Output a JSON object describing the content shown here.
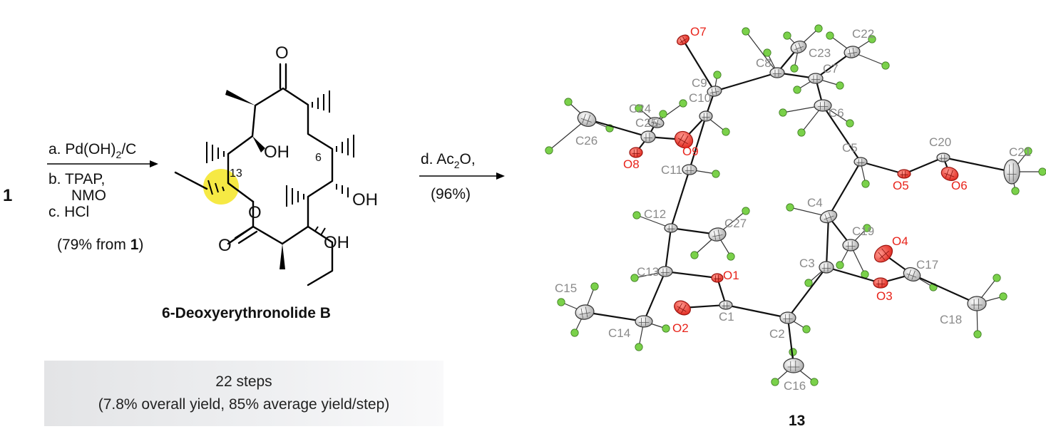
{
  "scheme": {
    "start_compound": "1",
    "step1": {
      "reagent_a": "a.  Pd(OH)",
      "reagent_a_sub": "2",
      "reagent_a_tail": "/C",
      "reagent_b": "b.  TPAP,",
      "reagent_b2": "NMO",
      "reagent_c": "c.  HCl",
      "yield_open": "(79% from ",
      "yield_bold": "1",
      "yield_close": ")"
    },
    "step2": {
      "reagent": "d.  Ac",
      "reagent_sub": "2",
      "reagent_tail": "O,",
      "yield": "(96%)"
    }
  },
  "molecule": {
    "name": "6-Deoxyerythronolide B",
    "labels": {
      "o_ketone": "O",
      "oh_a": "OH",
      "oh_b": "OH",
      "oh_c": "OH",
      "o_ring": "O",
      "o_carbonyl": "O",
      "num_13": "13",
      "num_6": "6"
    },
    "highlight_color": "#f5e83a"
  },
  "summary": {
    "line1": "22 steps",
    "line2": "(7.8% overall yield, 85% average yield/step)"
  },
  "crystal": {
    "compound_number": "13",
    "carbon_color": "#8a8a8a",
    "oxygen_color": "#e8231a",
    "hydrogen_color": "#7ad14a",
    "labels": {
      "O7": "O7",
      "C9": "C9",
      "C8": "C8",
      "C23": "C23",
      "C22": "C22",
      "C24": "C24",
      "C10": "C10",
      "C7": "C7",
      "C6": "C6",
      "C25": "C25",
      "C26": "C26",
      "O9": "O9",
      "O8": "O8",
      "C11": "C11",
      "C5": "C5",
      "C20": "C20",
      "O5": "O5",
      "O6": "O6",
      "C21": "C21",
      "C4": "C4",
      "C12": "C12",
      "C27": "C27",
      "C19": "C19",
      "O4": "O4",
      "C3": "C3",
      "C13": "C13",
      "O1": "O1",
      "C17": "C17",
      "O3": "O3",
      "C15": "C15",
      "C1": "C1",
      "C18": "C18",
      "O2": "O2",
      "C2": "C2",
      "C14": "C14",
      "C16": "C16"
    }
  }
}
